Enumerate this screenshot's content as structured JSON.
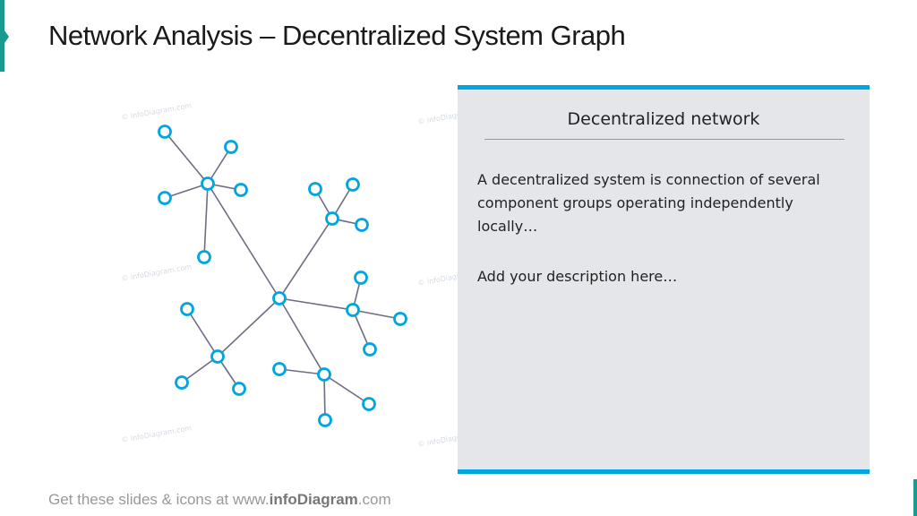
{
  "title": "Network Analysis – Decentralized System Graph",
  "watermark": "© infoDiagram.com",
  "panel": {
    "heading": "Decentralized network",
    "paragraphs": [
      "A decentralized system is connection of several component groups operating independently locally…",
      "Add your description here…"
    ]
  },
  "footer": {
    "prefix": "Get these slides & icons at www.",
    "brand": "infoDiagram",
    "suffix": ".com"
  },
  "colors": {
    "node": "#00a6df",
    "edge": "#6b6f80",
    "accent": "#1a9a8f",
    "panel_bg": "#e4e6ea"
  }
}
